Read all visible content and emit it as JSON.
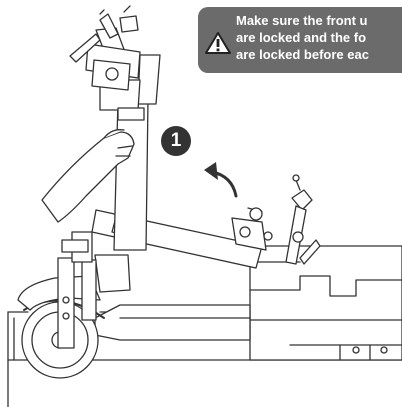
{
  "warning": {
    "icon": "warning-triangle-icon",
    "lines": [
      "Make sure the front u",
      "are locked and the fo",
      "are locked before eac"
    ]
  },
  "step": {
    "number": "1",
    "arrow_icon": "curved-arrow-icon"
  },
  "colors": {
    "banner": "#6b6b6b",
    "badge": "#333333",
    "line_art": "#333333"
  }
}
